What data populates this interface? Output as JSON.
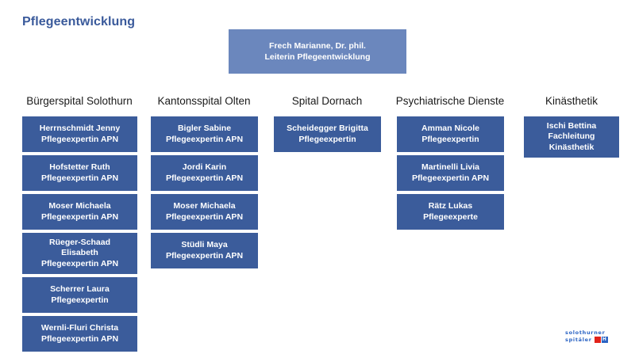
{
  "page": {
    "title": "Pflegeentwicklung",
    "title_color": "#3a5a9b",
    "background": "#ffffff"
  },
  "colors": {
    "root_box": "#6b87bd",
    "person_box": "#3b5c9b",
    "box_text": "#ffffff",
    "header_text": "#1a1a1a",
    "logo_blue": "#2b64c4",
    "logo_red": "#e2231a"
  },
  "root": {
    "name": "Frech Marianne, Dr. phil.",
    "role": "Leiterin Pflegeentwicklung"
  },
  "columns": [
    {
      "header": "Bürgerspital Solothurn",
      "people": [
        {
          "name": "Herrnschmidt Jenny",
          "role": "Pflegeexpertin APN"
        },
        {
          "name": "Hofstetter Ruth",
          "role": "Pflegeexpertin APN"
        },
        {
          "name": "Moser Michaela",
          "role": "Pflegeexpertin APN"
        },
        {
          "name": "Rüeger-Schaad",
          "name2": "Elisabeth",
          "role": "Pflegeexpertin APN"
        },
        {
          "name": "Scherrer Laura",
          "role": "Pflegeexpertin"
        },
        {
          "name": "Wernli-Fluri Christa",
          "role": "Pflegeexpertin APN"
        }
      ]
    },
    {
      "header": "Kantonsspital Olten",
      "people": [
        {
          "name": "Bigler Sabine",
          "role": "Pflegeexpertin APN"
        },
        {
          "name": "Jordi Karin",
          "role": "Pflegeexpertin APN"
        },
        {
          "name": "Moser Michaela",
          "role": "Pflegeexpertin APN"
        },
        {
          "name": "Stüdli Maya",
          "role": "Pflegeexpertin APN"
        }
      ]
    },
    {
      "header": "Spital Dornach",
      "people": [
        {
          "name": "Scheidegger Brigitta",
          "role": "Pflegeexpertin"
        }
      ]
    },
    {
      "header": "Psychiatrische Dienste",
      "people": [
        {
          "name": "Amman Nicole",
          "role": "Pflegeexpertin"
        },
        {
          "name": "Martinelli Livia",
          "role": "Pflegeexpertin APN"
        },
        {
          "name": "Rätz Lukas",
          "role": "Pflegeexperte"
        }
      ]
    },
    {
      "header": "Kinästhetik",
      "people": [
        {
          "name": "Ischi Bettina",
          "name2": "Fachleitung",
          "role": "Kinästhetik"
        }
      ]
    }
  ],
  "logo": {
    "line1": "solothurner",
    "line2": "spitäler",
    "mark1": "",
    "mark2": "H"
  }
}
